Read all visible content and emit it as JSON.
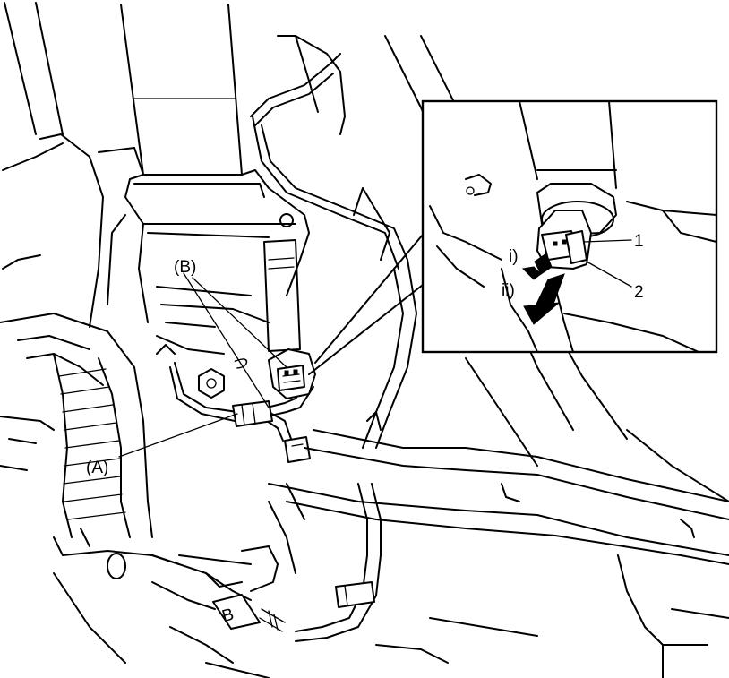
{
  "labels": {
    "callout_a": "(A)",
    "callout_b": "(B)",
    "mark_tsu": "つ",
    "inset_step_1": "i)",
    "inset_step_2": "ii)",
    "inset_part_1": "1",
    "inset_part_2": "2",
    "connector_mark": "B"
  },
  "colors": {
    "line": "#000000",
    "background": "#ffffff"
  }
}
